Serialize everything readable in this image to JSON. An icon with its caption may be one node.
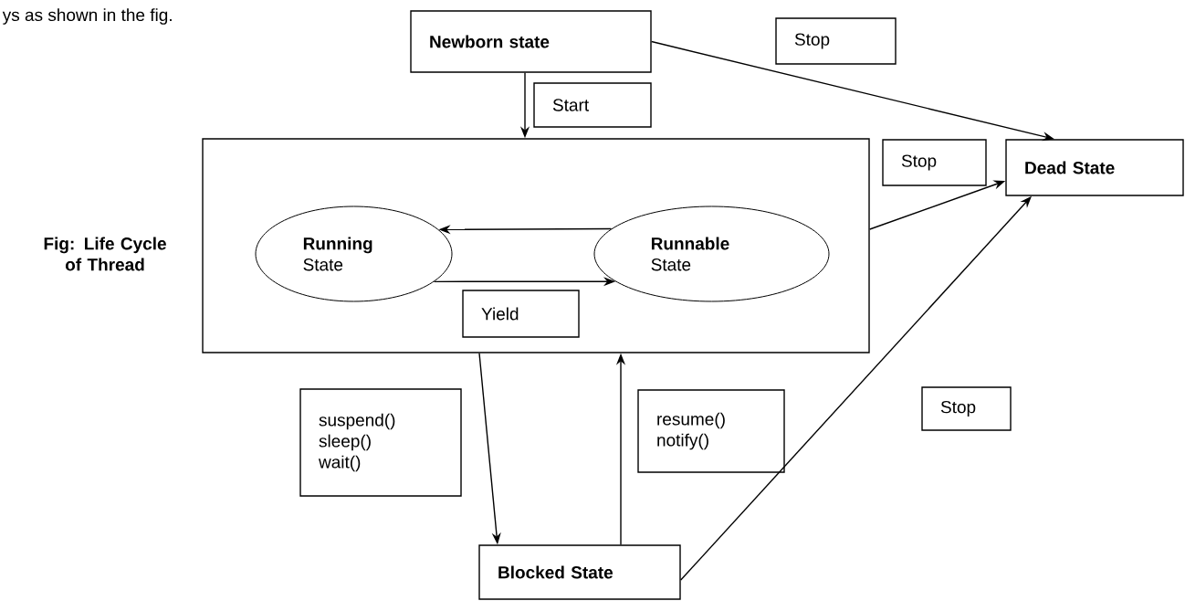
{
  "diagram": {
    "caption": "Fig: Life Cycle of Thread",
    "nodes": [
      {
        "text": [
          "Newborn state"
        ]
      },
      {
        "text": [
          "Start"
        ]
      },
      {
        "text": [
          "Stop"
        ]
      },
      {
        "text": [],
        "shape": "box"
      },
      {
        "text": [
          "Running",
          "State"
        ],
        "in": 3
      },
      {
        "text": [
          "Runnable",
          "State"
        ],
        "in": 3
      },
      {
        "text": [
          "Yield"
        ],
        "in": 3
      },
      {
        "text": [
          "Stop"
        ]
      },
      {
        "text": [
          "Dead State"
        ]
      },
      {
        "text": [
          "Stop"
        ]
      },
      {
        "text": [
          "suspend()",
          "sleep()",
          "wait()"
        ]
      },
      {
        "text": [
          "resume()",
          "notify()"
        ]
      },
      {
        "text": [
          "Blocked State"
        ]
      }
    ],
    "edges": [
      {
        "from": 0,
        "to": 3,
        "arrow": "to"
      },
      {
        "from": 0,
        "to": 8,
        "arrow": "to"
      },
      {
        "from": 5,
        "to": 4,
        "arrow": "to"
      },
      {
        "from": 4,
        "to": 5,
        "arrow": "to"
      },
      {
        "from": 3,
        "to": 8,
        "arrow": "to"
      },
      {
        "from": 3,
        "to": 12,
        "arrow": "to"
      },
      {
        "from": 12,
        "to": 3,
        "arrow": "to"
      },
      {
        "from": 12,
        "to": 8,
        "arrow": "to"
      }
    ],
    "labels": [
      "ys as shown in the fig."
    ]
  }
}
